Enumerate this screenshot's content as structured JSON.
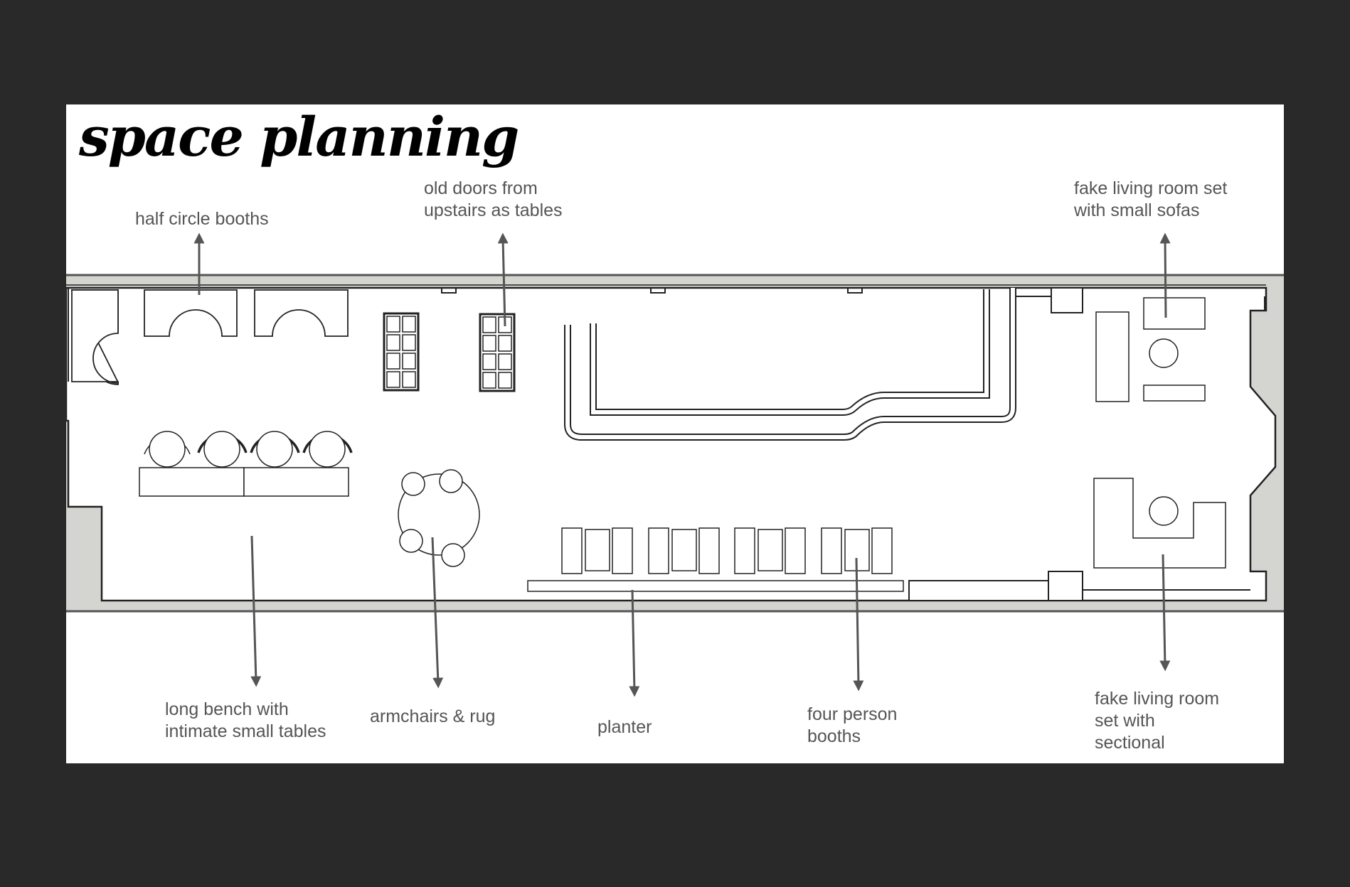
{
  "slide": {
    "title": "space planning",
    "colors": {
      "background": "#292929",
      "slide": "#ffffff",
      "wall_fill": "#d4d4d0",
      "line": "#222222",
      "label": "#555555",
      "arrow": "#555555"
    }
  },
  "labels": {
    "half_circle_booths": [
      "half circle booths"
    ],
    "old_doors": [
      "old doors from",
      "upstairs as tables"
    ],
    "small_sofas": [
      "fake living room set",
      "with small sofas"
    ],
    "long_bench": [
      "long bench with",
      "intimate small tables"
    ],
    "armchairs": [
      "armchairs & rug"
    ],
    "planter": [
      "planter"
    ],
    "four_person_booths": [
      "four person",
      "booths"
    ],
    "sectional": [
      "fake living room",
      "set with",
      "sectional"
    ]
  }
}
